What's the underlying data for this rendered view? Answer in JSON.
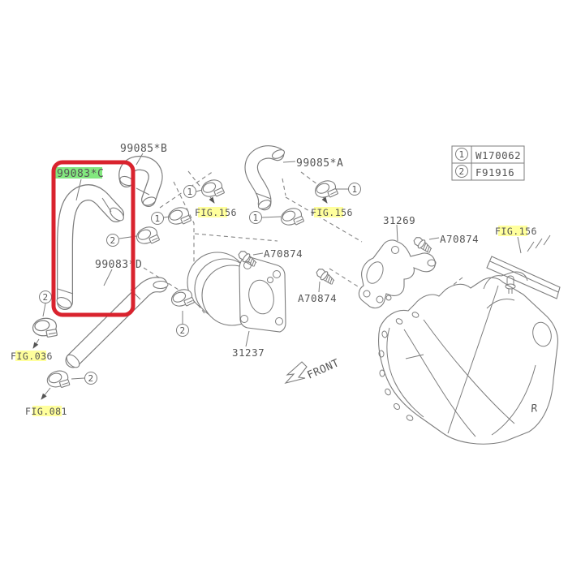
{
  "diagram": {
    "type": "parts-diagram",
    "legend": {
      "rows": [
        {
          "num": "1",
          "code": "W170062"
        },
        {
          "num": "2",
          "code": "F91916"
        }
      ]
    },
    "part_labels": {
      "hose_b": "99085*B",
      "hose_c": "99083*C",
      "hose_a": "99085*A",
      "hose_d": "99083*D",
      "bracket": "31269",
      "cooler": "31237",
      "bolt": "A70874"
    },
    "figure_refs": {
      "fig156": "FIG.156",
      "fig036": "FIG.036",
      "fig081": "FIG.081"
    },
    "annotations": {
      "front": "FRONT",
      "r_mark": "R",
      "callout_1": "1",
      "callout_2": "2"
    },
    "colors": {
      "highlight_green": "#82e87f",
      "highlight_yellow": "#ffff9c",
      "selection_red": "#d9232e",
      "line_gray": "#7d7d7d",
      "text_gray": "#555555"
    }
  }
}
